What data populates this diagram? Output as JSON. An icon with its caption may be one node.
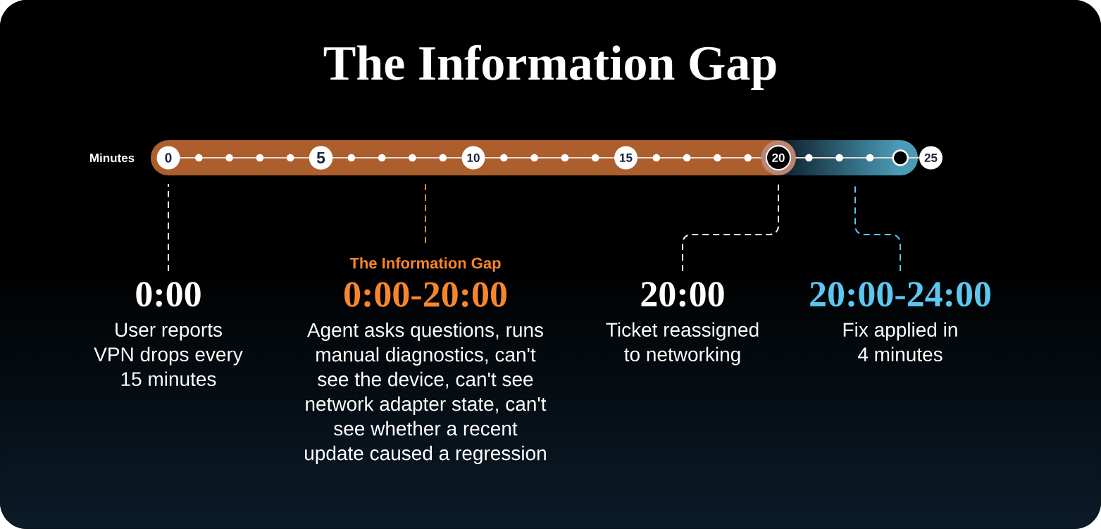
{
  "diagram": {
    "title": "The Information Gap",
    "nodes": [
      {
        "text": [],
        "shape": "bar"
      },
      {
        "text": [
          "0"
        ],
        "in": 0
      },
      {
        "text": [
          "5"
        ],
        "in": 0
      },
      {
        "text": [
          "10"
        ],
        "in": 0
      },
      {
        "text": [
          "15"
        ],
        "in": 0
      },
      {
        "text": [
          "20"
        ],
        "in": 0
      },
      {
        "text": [],
        "shape": "bar"
      },
      {
        "text": [],
        "shape": "circle",
        "in": 6
      },
      {
        "text": [
          "25"
        ]
      },
      {
        "text": [
          "0:00",
          "User reports VPN drops every 15 minutes"
        ]
      },
      {
        "text": [
          "The Information Gap",
          "0:00-20:00",
          "Agent asks questions, runs manual diagnostics, can't see the device, can't see network adapter state, can't see whether a recent update caused a regression"
        ]
      },
      {
        "text": [
          "20:00",
          "Ticket reassigned to networking"
        ]
      },
      {
        "text": [
          "20:00-24:00",
          "Fix applied in 4 minutes"
        ]
      }
    ],
    "edges": [
      {
        "from": 9,
        "to": 1,
        "arrow": "none",
        "style": "dashed"
      },
      {
        "from": 10,
        "to": 0,
        "arrow": "none",
        "style": "dashed",
        "color": "#f7862b"
      },
      {
        "from": 11,
        "to": 5,
        "arrow": "none",
        "style": "dashed"
      },
      {
        "from": 12,
        "to": 6,
        "arrow": "none",
        "style": "dashed",
        "color": "#5bc8f0"
      }
    ],
    "labels": [
      "Minutes"
    ]
  }
}
